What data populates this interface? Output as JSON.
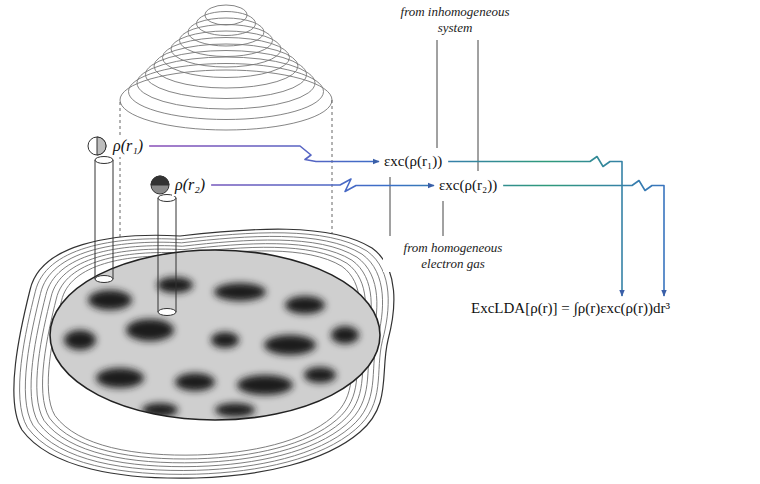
{
  "diagram": {
    "nodes": [
      {
        "text": [
          "ρ(r₁)"
        ]
      },
      {
        "text": [
          "ρ(r₂)"
        ]
      },
      {
        "text": [
          "εxc(ρ(r₁))"
        ]
      },
      {
        "text": [
          "εxc(ρ(r₂))"
        ]
      },
      {
        "text": [
          "ExcLDA[ρ(r)] = ∫ρ(r)εxc(ρ(r))dr³"
        ]
      }
    ],
    "edges": [
      {
        "from": 0,
        "to": 2,
        "arrow": "to"
      },
      {
        "from": 1,
        "to": 3,
        "arrow": "to"
      },
      {
        "from": 2,
        "to": 4,
        "arrow": "to"
      },
      {
        "from": 3,
        "to": 4,
        "arrow": "to"
      }
    ],
    "labels": [
      "from inhomogeneous system",
      "from homogeneous electron gas"
    ]
  }
}
